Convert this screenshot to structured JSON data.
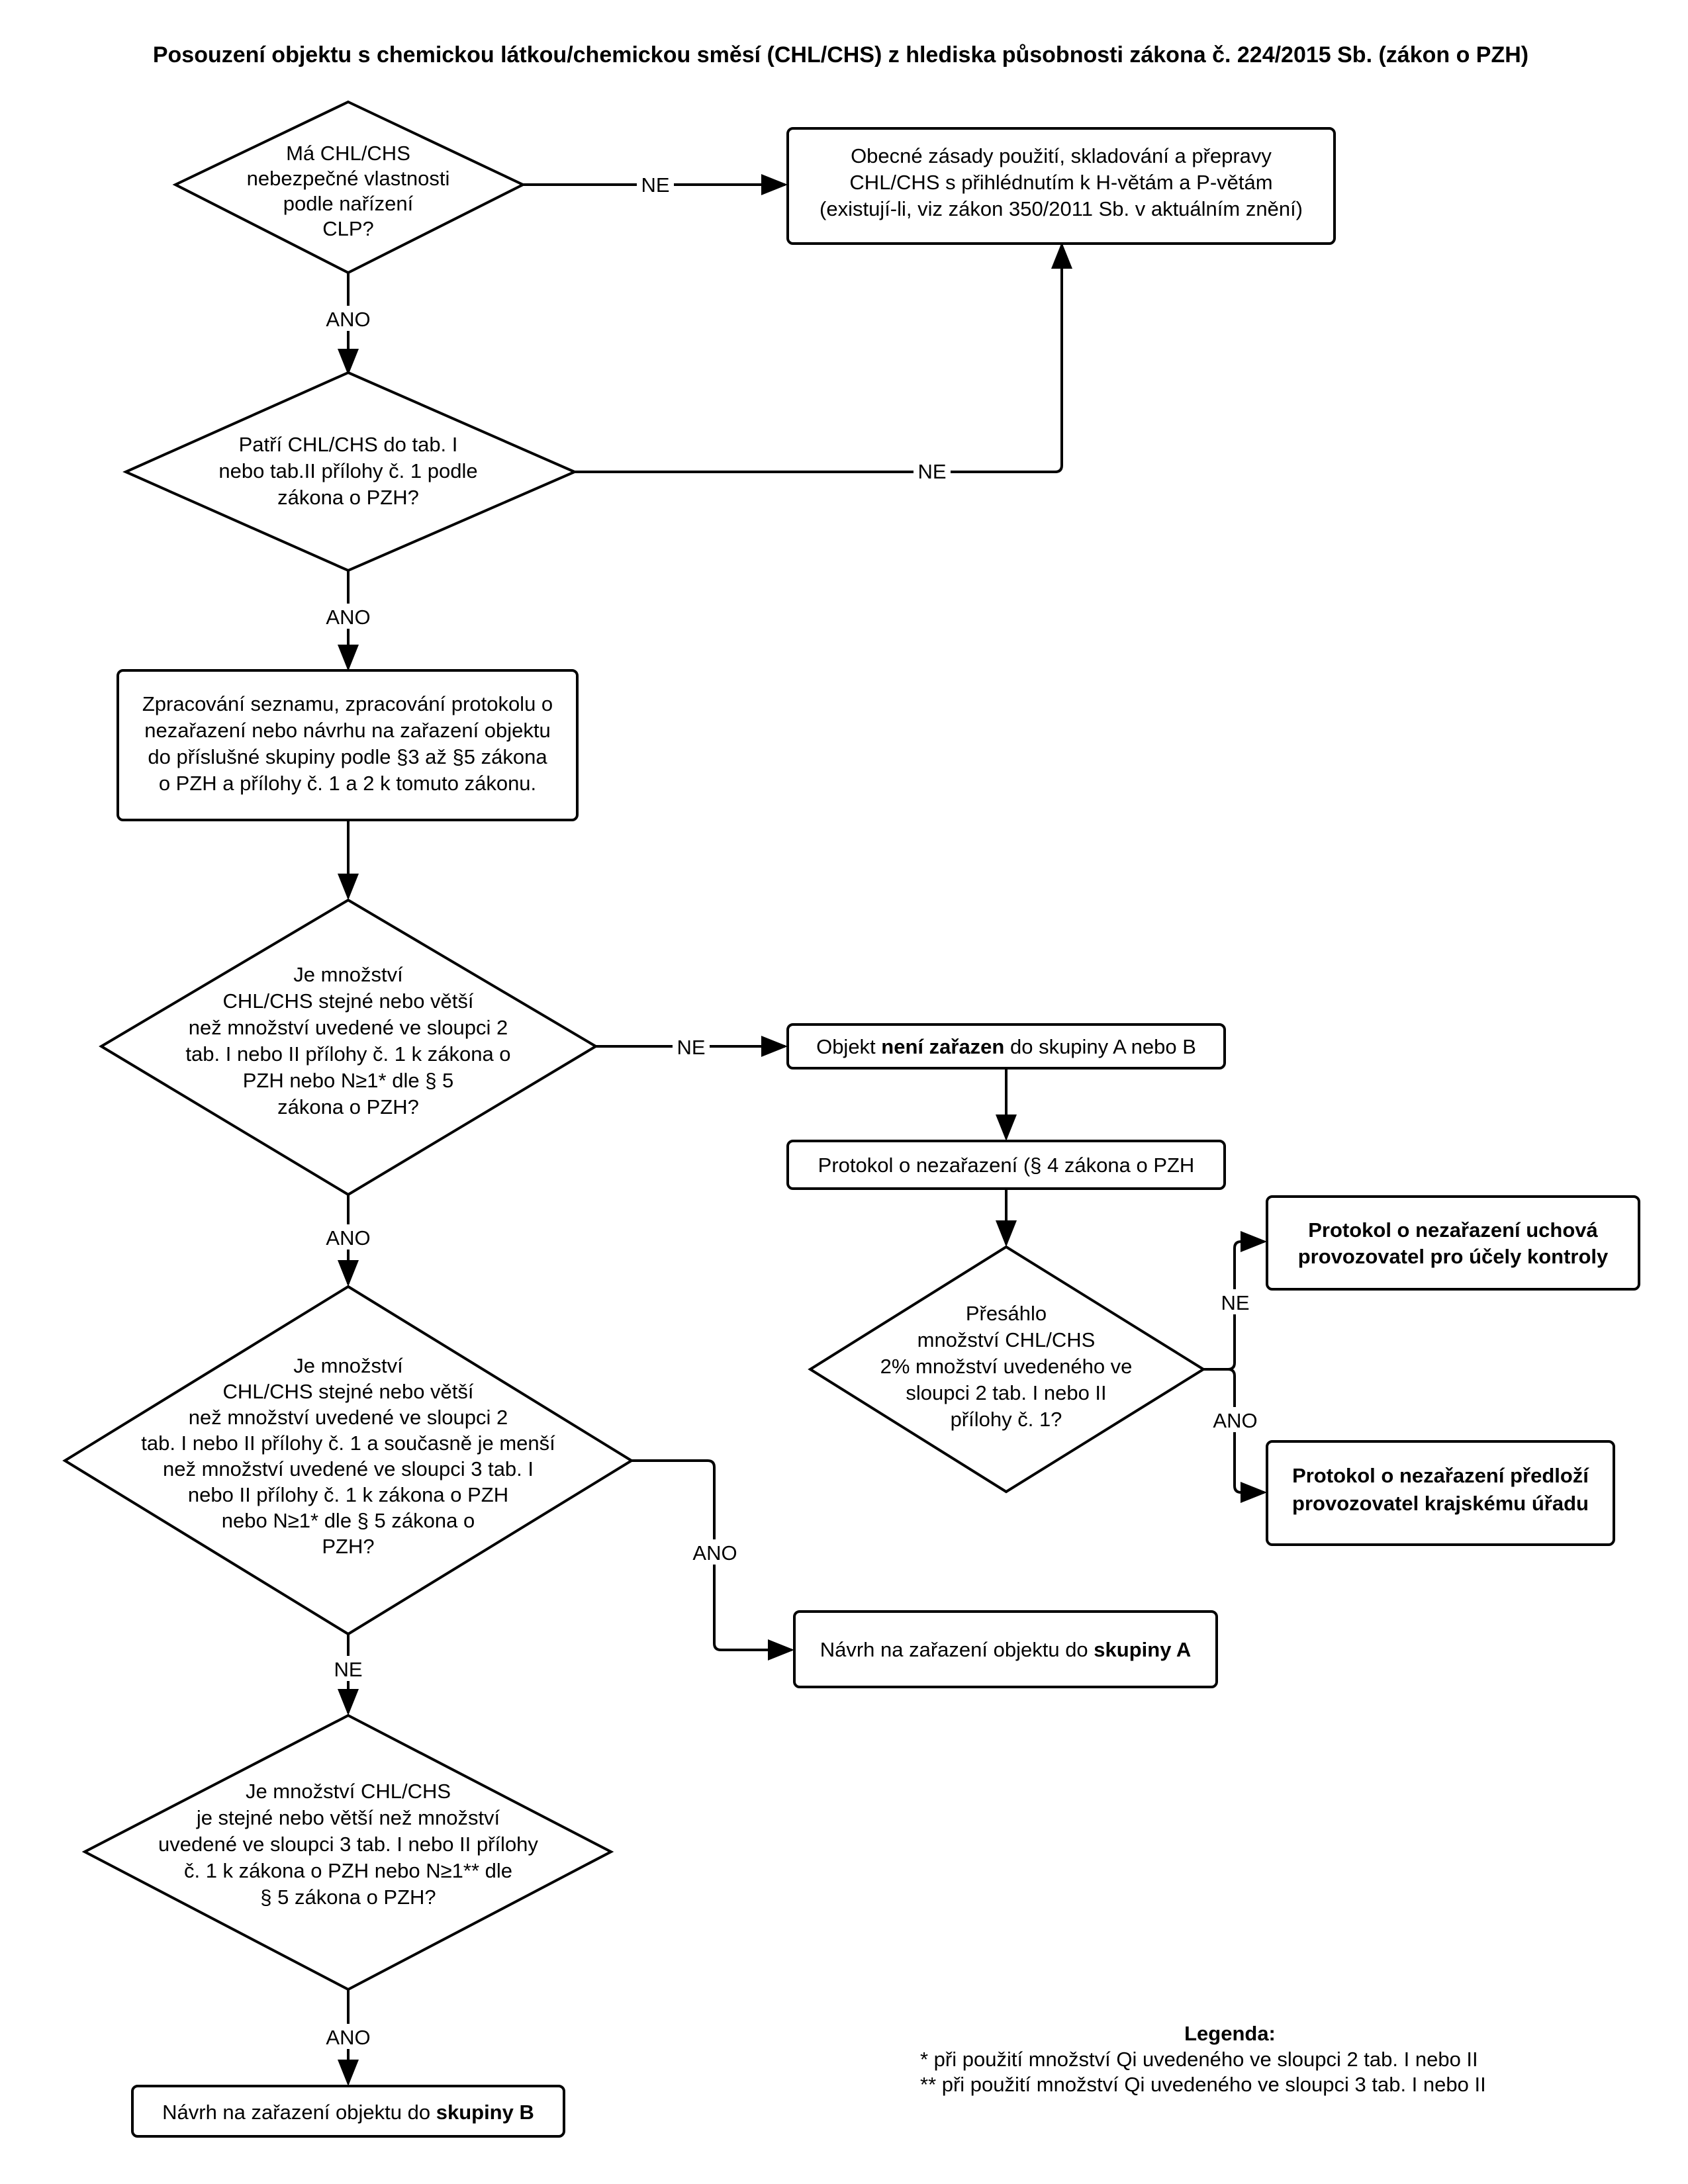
{
  "title": "Posouzení objektu s chemickou látkou/chemickou směsí (CHL/CHS) z hlediska působnosti zákona č. 224/2015 Sb. (zákon o PZH)",
  "nodes": {
    "q_clp": {
      "lines": [
        "Má CHL/CHS",
        "nebezpečné vlastnosti",
        "podle nařízení",
        "CLP?"
      ]
    },
    "general": {
      "lines": [
        "Obecné zásady použití, skladování a přepravy",
        "CHL/CHS s přihlédnutím k H-větám a P-větám",
        "(existují-li, viz zákon 350/2011 Sb. v aktuálním znění)"
      ]
    },
    "q_tab": {
      "lines": [
        "Patří CHL/CHS do tab. I",
        "nebo tab.II přílohy č. 1 podle",
        "zákona o PZH?"
      ]
    },
    "process": {
      "lines": [
        "Zpracování seznamu, zpracování protokolu o",
        "nezařazení nebo návrhu na zařazení objektu",
        "do příslušné skupiny podle §3 až §5 zákona",
        "o PZH a přílohy č. 1 a 2 k tomuto zákonu."
      ]
    },
    "q_col2": {
      "lines": [
        "Je množství",
        "CHL/CHS stejné nebo větší",
        "než množství uvedené ve sloupci 2",
        "tab. I nebo II přílohy č. 1 k zákona o",
        "PZH nebo N≥1* dle § 5",
        "zákona o PZH?"
      ]
    },
    "not_assigned": {
      "pre": "Objekt ",
      "bold": "není zařazen",
      "post": " do skupiny A nebo B"
    },
    "protocol_na": {
      "lines": [
        "Protokol o nezařazení (§ 4 zákona o PZH"
      ]
    },
    "q_2pct": {
      "lines": [
        "Přesáhlo",
        "množství CHL/CHS",
        "2% množství uvedeného ve",
        "sloupci 2 tab. I nebo II",
        "přílohy č. 1?"
      ]
    },
    "keep": {
      "lines": [
        "Protokol o nezařazení uchová",
        "provozovatel pro účely kontroly"
      ]
    },
    "submit": {
      "lines": [
        "Protokol o nezařazení předloží",
        "provozovatel krajskému úřadu"
      ]
    },
    "q_between": {
      "lines": [
        "Je množství",
        "CHL/CHS stejné nebo větší",
        "než množství uvedené ve sloupci 2",
        "tab. I nebo II přílohy č. 1 a současně je menší",
        "než množství uvedené ve sloupci 3 tab. I",
        "nebo II přílohy č. 1  k zákona o PZH",
        "nebo N≥1* dle § 5 zákona o",
        "PZH?"
      ]
    },
    "group_a": {
      "pre": "Návrh na zařazení objektu do ",
      "bold": "skupiny A",
      "post": ""
    },
    "q_col3": {
      "lines": [
        "Je množství CHL/CHS",
        "je stejné nebo větší než množství",
        "uvedené ve sloupci 3 tab. I nebo II přílohy",
        "č. 1 k zákona o PZH nebo N≥1** dle",
        "§ 5 zákona o PZH?"
      ]
    },
    "group_b": {
      "pre": "Návrh na zařazení objektu do ",
      "bold": "skupiny B",
      "post": ""
    }
  },
  "edge_labels": {
    "e1": "NE",
    "e2": "ANO",
    "e3": "NE",
    "e4": "ANO",
    "e5": "NE",
    "e6": "ANO",
    "e7": "NE",
    "e8": "ANO",
    "e9": "ANO",
    "e10": "NE",
    "e11": "ANO"
  },
  "legend": {
    "title": "Legenda:",
    "items": [
      "* při použití množství Qi  uvedeného ve sloupci 2 tab. I nebo II",
      "** při použití množství Qi uvedeného ve sloupci 3 tab. I nebo II"
    ]
  }
}
